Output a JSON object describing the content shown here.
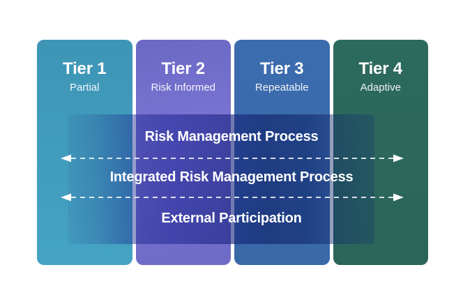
{
  "diagram": {
    "tiers": [
      {
        "name": "Tier 1",
        "subtitle": "Partial",
        "color_top": "#3e95b6",
        "color_bottom": "#45a3c3"
      },
      {
        "name": "Tier 2",
        "subtitle": "Risk Informed",
        "color_top": "#6b68c4",
        "color_bottom": "#6e6bc7"
      },
      {
        "name": "Tier 3",
        "subtitle": "Repeatable",
        "color_top": "#3b6cae",
        "color_bottom": "#3a69a9"
      },
      {
        "name": "Tier 4",
        "subtitle": "Adaptive",
        "color_top": "#2d6a5e",
        "color_bottom": "#2b6559"
      }
    ],
    "overlay": {
      "tint": "#1b2a80",
      "rows": [
        "Risk Management Process",
        "Integrated Risk Management Process",
        "External Participation"
      ]
    },
    "arrow_color": "#ffffff"
  }
}
